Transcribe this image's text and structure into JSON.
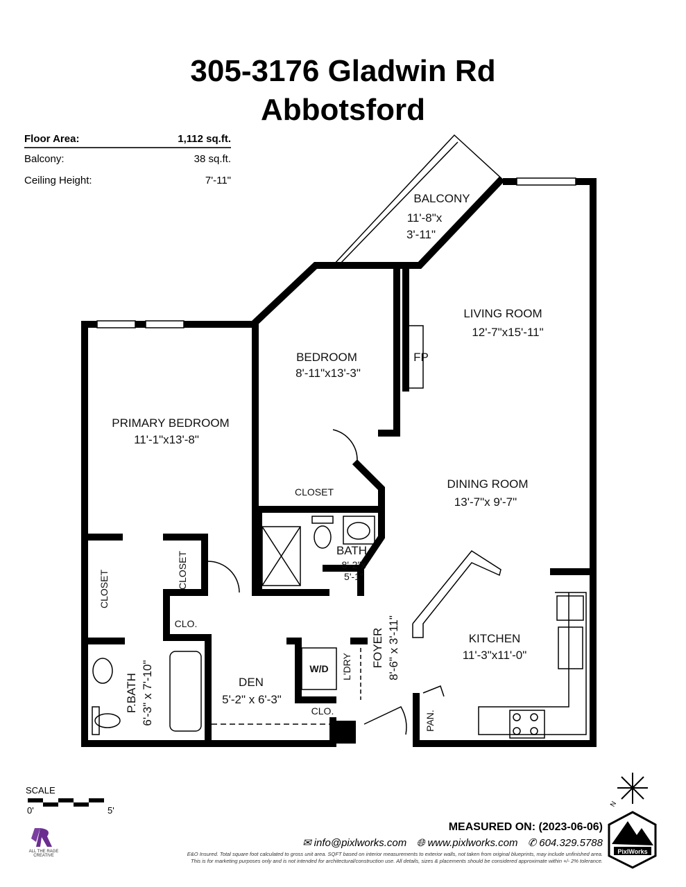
{
  "header": {
    "address": "305-3176 Gladwin Rd",
    "city": "Abbotsford"
  },
  "info": [
    {
      "label": "Floor Area:",
      "value": "1,112 sq.ft."
    },
    {
      "label": "Balcony:",
      "value": "38 sq.ft."
    },
    {
      "label": "Ceiling Height:",
      "value": "7'-11\""
    }
  ],
  "rooms": {
    "balcony": {
      "name": "BALCONY",
      "dim1": "11'-8\"x",
      "dim2": "3'-11\""
    },
    "living": {
      "name": "LIVING ROOM",
      "dim": "12'-7\"x15'-11\""
    },
    "fp": "FP",
    "bedroom": {
      "name": "BEDROOM",
      "dim": "8'-11\"x13'-3\""
    },
    "primary": {
      "name": "PRIMARY BEDROOM",
      "dim": "11'-1\"x13'-8\""
    },
    "closet_bed": "CLOSET",
    "dining": {
      "name": "DINING ROOM",
      "dim": "13'-7\"x 9'-7\""
    },
    "bath": {
      "name": "BATH",
      "dim1": "8'-2\"x",
      "dim2": "5'-1\""
    },
    "closet_left": "CLOSET",
    "closet_mid": "CLOSET",
    "clo1": "CLO.",
    "clo2": "CLO.",
    "wd": "W/D",
    "laundry": "L'DRY",
    "foyer": {
      "name": "FOYER",
      "dim": "8'-6\" x 3'-11\""
    },
    "kitchen": {
      "name": "KITCHEN",
      "dim": "11'-3\"x11'-0\""
    },
    "pbath": {
      "name": "P.BATH",
      "dim": "6'-3\" x 7'-10\""
    },
    "den": {
      "name": "DEN",
      "dim": "5'-2\" x 6'-3\""
    },
    "pantry": "PAN."
  },
  "scale": {
    "label": "SCALE",
    "start": "0'",
    "end": "5'"
  },
  "footer": {
    "measured": "MEASURED ON: (2023-06-06)",
    "email": "info@pixlworks.com",
    "website": "www.pixlworks.com",
    "phone": "604.329.5788",
    "disclaimer1": "E&O Insured.  Total square foot calculated to gross unit area. SQFT based on interior measurements to exterior walls, not taken from original blueprints, may include unfinished area.",
    "disclaimer2": "This is for marketing purposes only and is not intended for architectural/construction use.  All details, sizes & placements should be considered approximate within +/- 2% tolerance.",
    "logo_left": "ALL THE RAGE CREATIVE",
    "logo_right": "PixlWorks",
    "compass": "N"
  }
}
